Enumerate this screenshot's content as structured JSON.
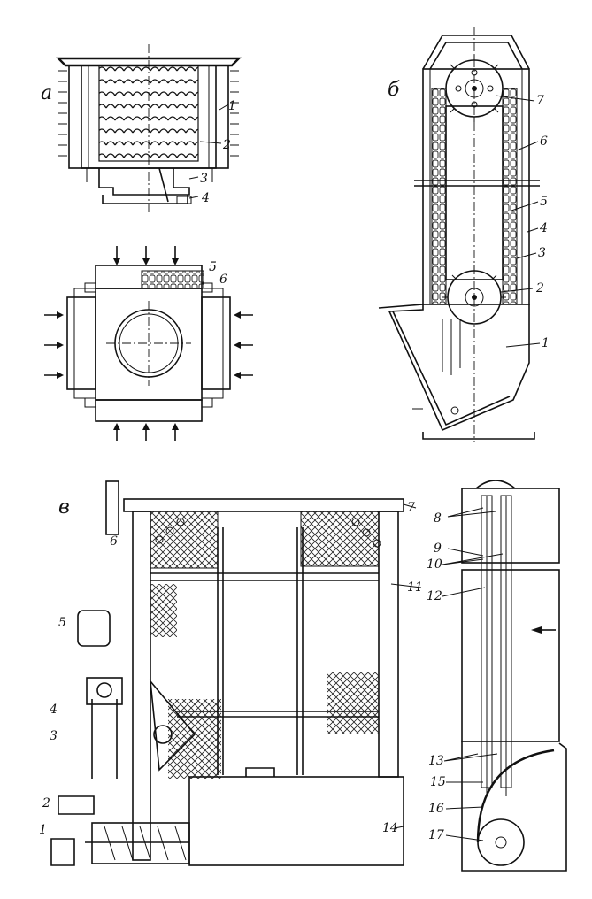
{
  "sections": {
    "a": "а",
    "b": "б",
    "v": "в"
  },
  "labels_a": [
    "1",
    "2",
    "3",
    "4",
    "5",
    "6"
  ],
  "labels_b": [
    "1",
    "2",
    "3",
    "4",
    "5",
    "6",
    "7"
  ],
  "labels_v": [
    "1",
    "2",
    "3",
    "4",
    "5",
    "6",
    "7",
    "8",
    "9",
    "10",
    "11",
    "12",
    "13",
    "14",
    "15",
    "16",
    "17"
  ]
}
